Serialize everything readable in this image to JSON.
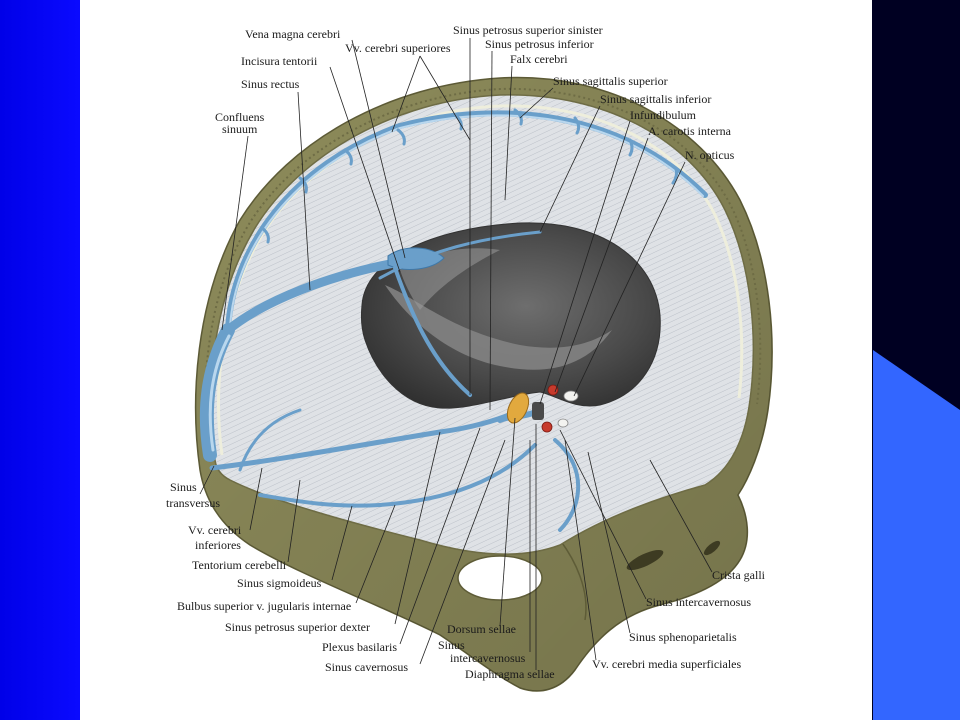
{
  "slide": {
    "colors": {
      "left_band": "#0a0aff",
      "right_band": "#000022",
      "right_accent": "#3366ff",
      "background": "#ffffff",
      "bone": "#8e8c5b",
      "dura": "#dfe2e6",
      "sinus": "#6a9fca"
    }
  },
  "illustration": {
    "labels": {
      "vena_magna_cerebri": "Vena magna cerebri",
      "sinus_petrosus_superior_sinister": "Sinus petrosus superior sinister",
      "sinus_petrosus_inferior": "Sinus petrosus inferior",
      "vv_cerebri_superiores": "Vv. cerebri superiores",
      "falx_cerebri": "Falx cerebri",
      "incisura_tentorii": "Incisura tentorii",
      "sinus_rectus": "Sinus rectus",
      "sinus_sagittalis_superior": "Sinus sagittalis superior",
      "sinus_sagittalis_inferior": "Sinus sagittalis inferior",
      "infundibulum": "Infundibulum",
      "confluens_sinuum": [
        "Confluens",
        "sinuum"
      ],
      "a_carotis_interna": "A. carotis interna",
      "n_opticus": "N. opticus",
      "sinus_transversus": [
        "Sinus",
        "transversus"
      ],
      "vv_cerebri_inferiores": [
        "Vv. cerebri",
        "inferiores"
      ],
      "tentorium_cerebelli": "Tentorium cerebelli",
      "sinus_sigmoideus": "Sinus sigmoideus",
      "crista_galli": "Crista galli",
      "bulbus_superior_v_jugularis_internae": "Bulbus superior v. jugularis internae",
      "sinus_intercavernosus_right": "Sinus intercavernosus",
      "sinus_petrosus_superior_dexter": "Sinus petrosus superior dexter",
      "sinus_sphenoparietalis": "Sinus sphenoparietalis",
      "plexus_basilaris": "Plexus basilaris",
      "dorsum_sellae": "Dorsum sellae",
      "sinus_intercavernosus_bottom": [
        "Sinus",
        "intercavernosus"
      ],
      "vv_cerebri_media_superficiales": "Vv. cerebri media superficiales",
      "sinus_cavernosus": "Sinus cavernosus",
      "diaphragma_sellae": "Diaphragma sellae"
    }
  }
}
